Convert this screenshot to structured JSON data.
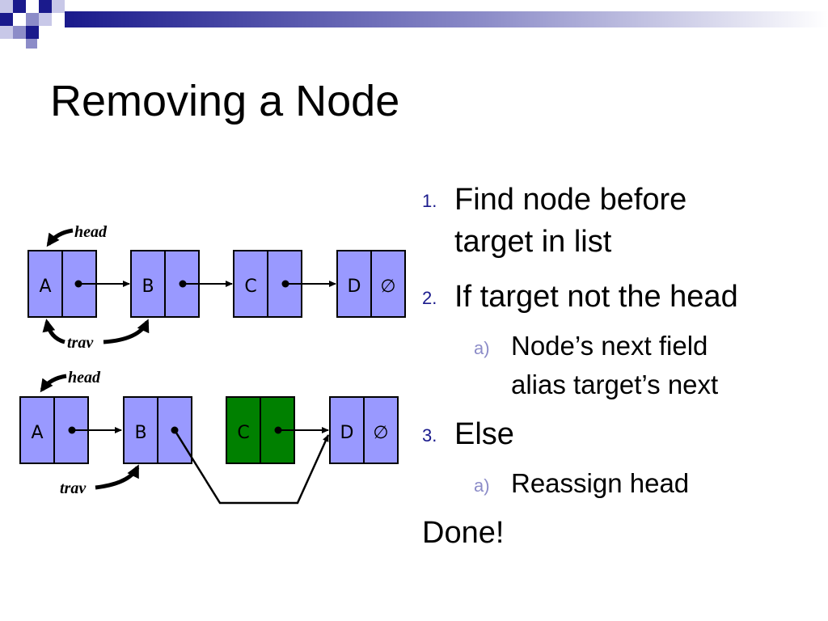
{
  "slide": {
    "title": "Removing a Node",
    "colors": {
      "node_fill": "#9999ff",
      "highlight_fill": "#008000",
      "numbering": "#1a1a8c",
      "sub_numbering": "#8c8cc8",
      "decoration": "#1a1a8c"
    }
  },
  "diagram": {
    "top_list": {
      "nodes": [
        "A",
        "B",
        "C",
        "D"
      ],
      "null_symbol": "∅",
      "head_label": "head",
      "trav_label": "trav"
    },
    "bottom_list": {
      "nodes": [
        "A",
        "B",
        "C",
        "D"
      ],
      "null_symbol": "∅",
      "head_label": "head",
      "trav_label": "trav",
      "removed_node": "C"
    }
  },
  "steps": {
    "s1": {
      "num": "1.",
      "line1": "Find node before",
      "line2": "target in list"
    },
    "s2": {
      "num": "2.",
      "line1": "If target not the head",
      "sub": {
        "num": "a)",
        "line1": "Node’s next field",
        "line2": "alias target’s next"
      }
    },
    "s3": {
      "num": "3.",
      "line1": "Else",
      "sub": {
        "num": "a)",
        "line1": "Reassign head"
      }
    },
    "done": "Done!"
  }
}
